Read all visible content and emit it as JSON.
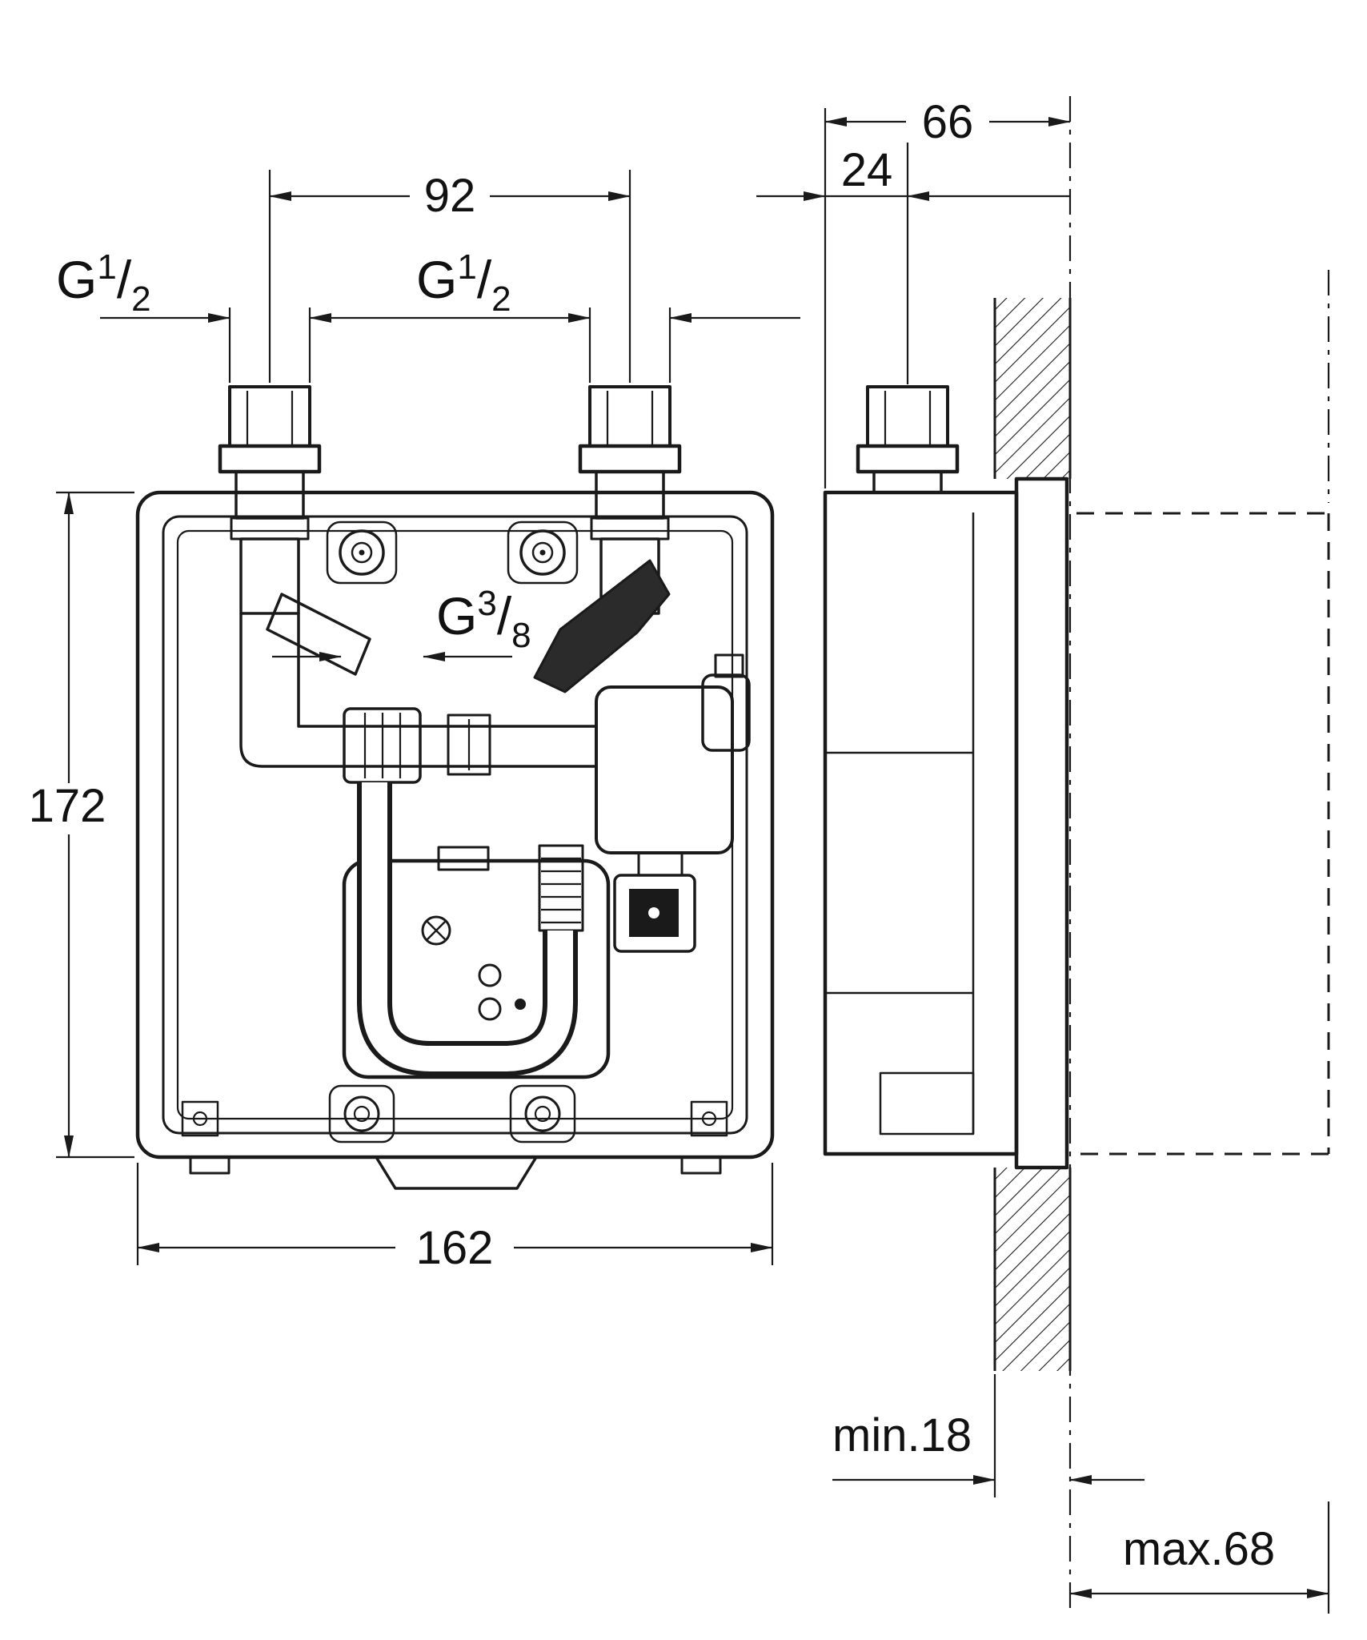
{
  "drawing": {
    "background": "#ffffff",
    "line_color": "#1a1a1a"
  },
  "dimensions": {
    "pipe_spacing": "92",
    "box_depth": "66",
    "pipe_offset": "24",
    "box_height": "172",
    "box_width": "162",
    "wall_min": "min.18",
    "wall_max": "max.68"
  },
  "thread_labels": {
    "left": {
      "prefix": "G",
      "num": "1",
      "slash": "/",
      "den": "2"
    },
    "center": {
      "prefix": "G",
      "num": "1",
      "slash": "/",
      "den": "2"
    },
    "hose": {
      "prefix": "G",
      "num": "3",
      "slash": "/",
      "den": "8"
    }
  }
}
